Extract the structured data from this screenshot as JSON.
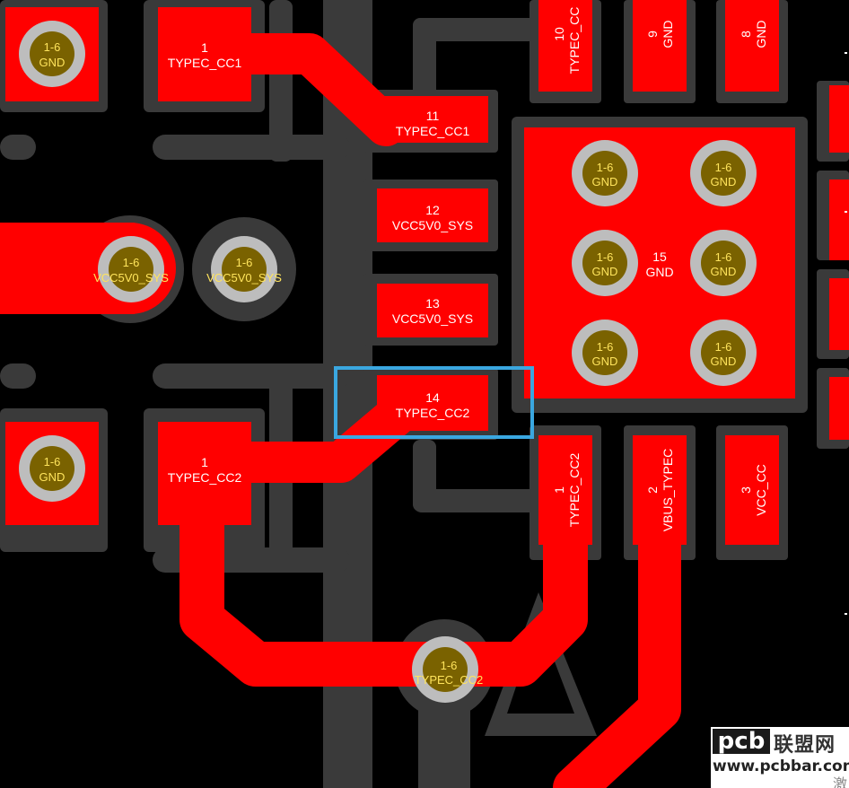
{
  "colors": {
    "background": "#000000",
    "copper": "#ff0000",
    "keepout": "#3a3a3a",
    "via_ring": "#bdbdbd",
    "via_hole": "#7a6200",
    "selection": "#3aa7e0"
  },
  "pads": {
    "p1a_num": "1",
    "p1a_net": "TYPEC_CC1",
    "p1b_num": "1",
    "p1b_net": "TYPEC_CC2",
    "p11_num": "11",
    "p11_net": "TYPEC_CC1",
    "p12_num": "12",
    "p12_net": "VCC5V0_SYS",
    "p13_num": "13",
    "p13_net": "VCC5V0_SYS",
    "p14_num": "14",
    "p14_net": "TYPEC_CC2",
    "p15_num": "15",
    "p15_net": "GND",
    "p10_num": "10",
    "p10_net": "TYPEC_CC",
    "p9_num": "9",
    "p9_net": "GND",
    "p8_num": "8",
    "p8_net": "GND",
    "pb1_num": "1",
    "pb1_net": "TYPEC_CC2",
    "pb2_num": "2",
    "pb2_net": "VBUS_TYPEC",
    "pb3_num": "3",
    "pb3_net": "VCC_CC"
  },
  "vias": {
    "layer": "1-6",
    "gnd": "GND",
    "vcc": "VCC5V0_SYS",
    "cc2": "TYPEC_CC2"
  },
  "watermark": {
    "logo": "pcb",
    "cn": "联盟网",
    "url": "www.pcbbar.com",
    "tail": "激"
  }
}
